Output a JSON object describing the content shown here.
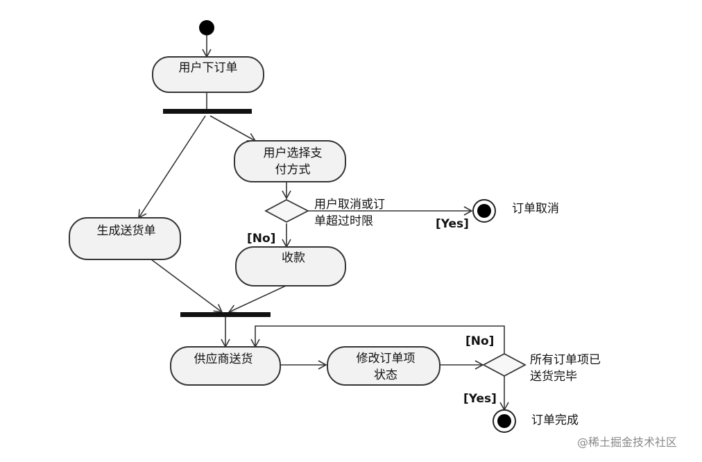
{
  "activities": {
    "place_order": "用户下订单",
    "choose_payment_1": "用户选择支",
    "choose_payment_2": "付方式",
    "generate_delivery": "生成送货单",
    "collect_payment": "收款",
    "supplier_delivery": "供应商送货",
    "update_status_1": "修改订单项",
    "update_status_2": "状态"
  },
  "decisions": {
    "cancel_q_1": "用户取消或订",
    "cancel_q_2": "单超过时限",
    "all_done_q_1": "所有订单项已",
    "all_done_q_2": "送货完毕"
  },
  "guards": {
    "yes_cancel": "[Yes]",
    "no_cancel": "[No]",
    "no_loop": "[No]",
    "yes_done": "[Yes]"
  },
  "finals": {
    "order_cancelled": "订单取消",
    "order_complete": "订单完成"
  },
  "watermark": "@稀土掘金技术社区"
}
